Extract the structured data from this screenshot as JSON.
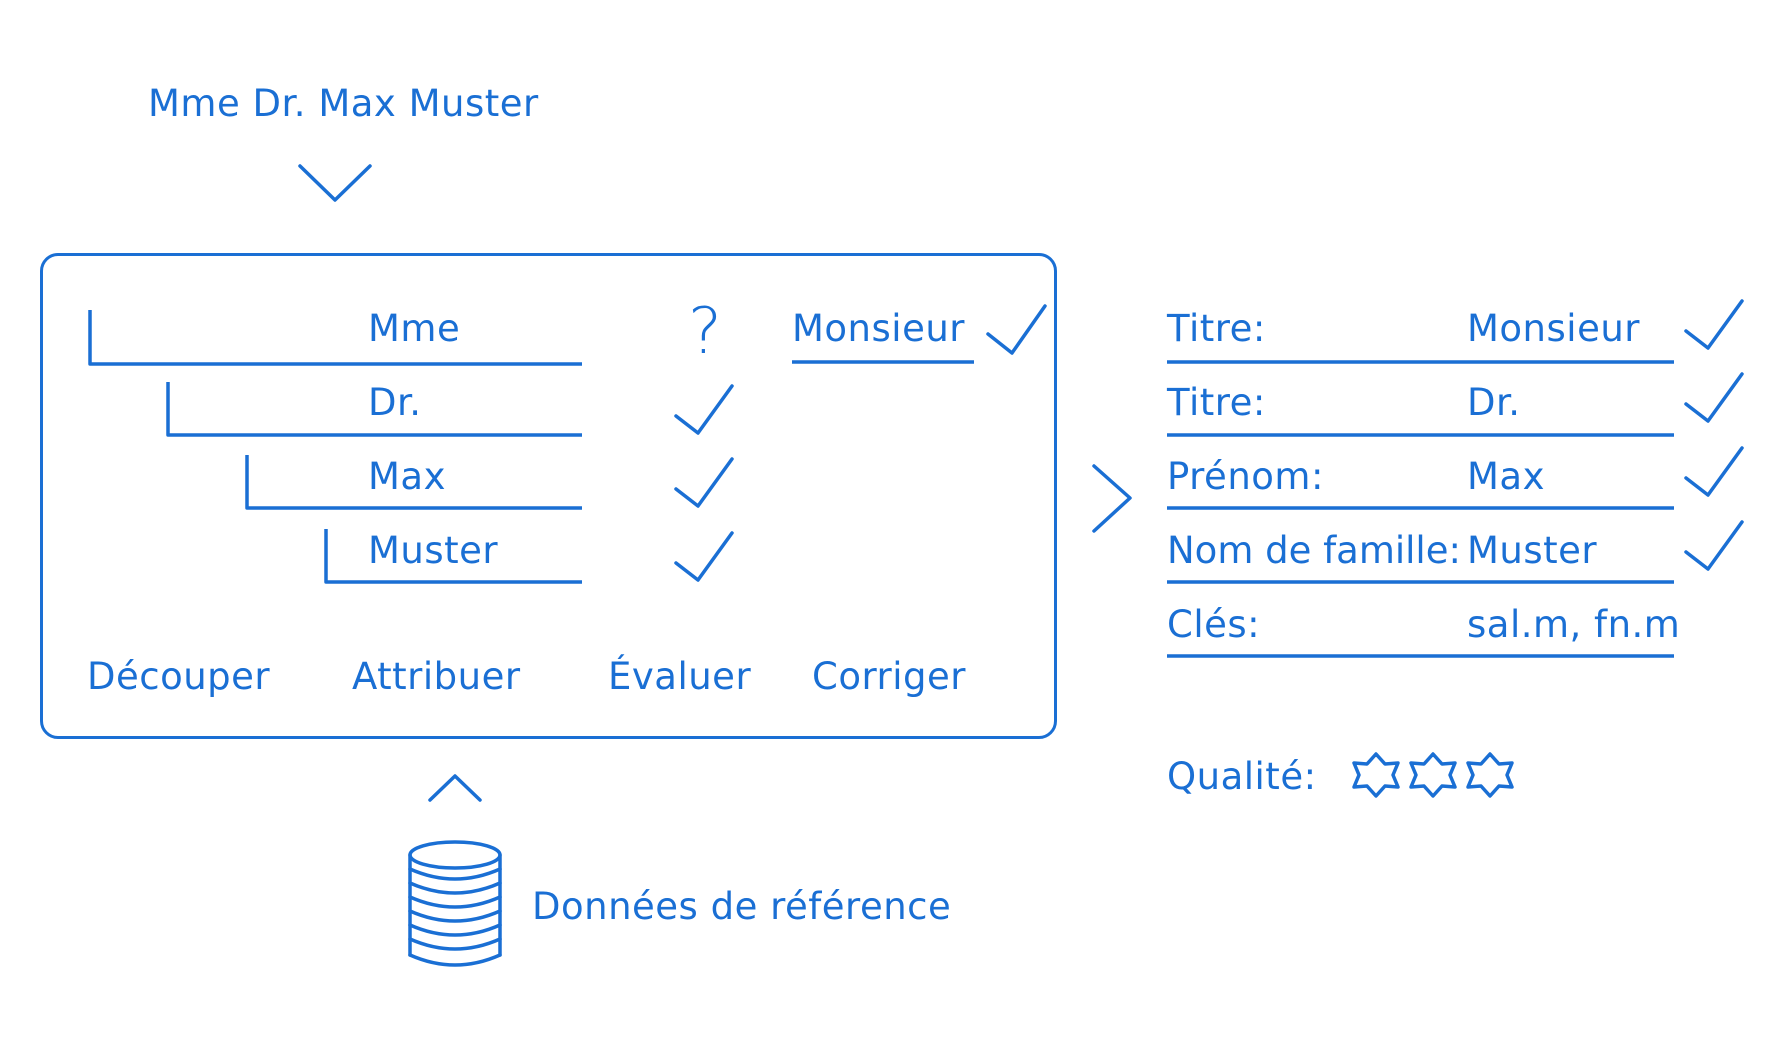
{
  "input_name": "Mme Dr. Max Muster",
  "segments": [
    {
      "label": "Mme",
      "status": "question",
      "correction": "Monsieur"
    },
    {
      "label": "Dr.",
      "status": "check"
    },
    {
      "label": "Max",
      "status": "check"
    },
    {
      "label": "Muster",
      "status": "check"
    }
  ],
  "question_mark": "?",
  "steps": [
    "Découper",
    "Attribuer",
    "Évaluer",
    "Corriger"
  ],
  "result_fields": [
    {
      "key": "Titre:",
      "value": "Monsieur",
      "checked": true
    },
    {
      "key": "Titre:",
      "value": "Dr.",
      "checked": true
    },
    {
      "key": "Prénom:",
      "value": "Max",
      "checked": true
    },
    {
      "key": "Nom de famille:",
      "value": "Muster",
      "checked": true
    },
    {
      "key": "Clés:",
      "value": "sal.m, fn.m",
      "checked": false
    }
  ],
  "quality": {
    "label": "Qualité:",
    "stars": 3
  },
  "reference_label": "Données de référence",
  "colors": {
    "accent": "#1a6fd4",
    "background": "#ffffff"
  },
  "icons": [
    "chevron-down-icon",
    "chevron-right-icon",
    "chevron-up-icon",
    "check-icon",
    "star-icon",
    "database-icon"
  ]
}
